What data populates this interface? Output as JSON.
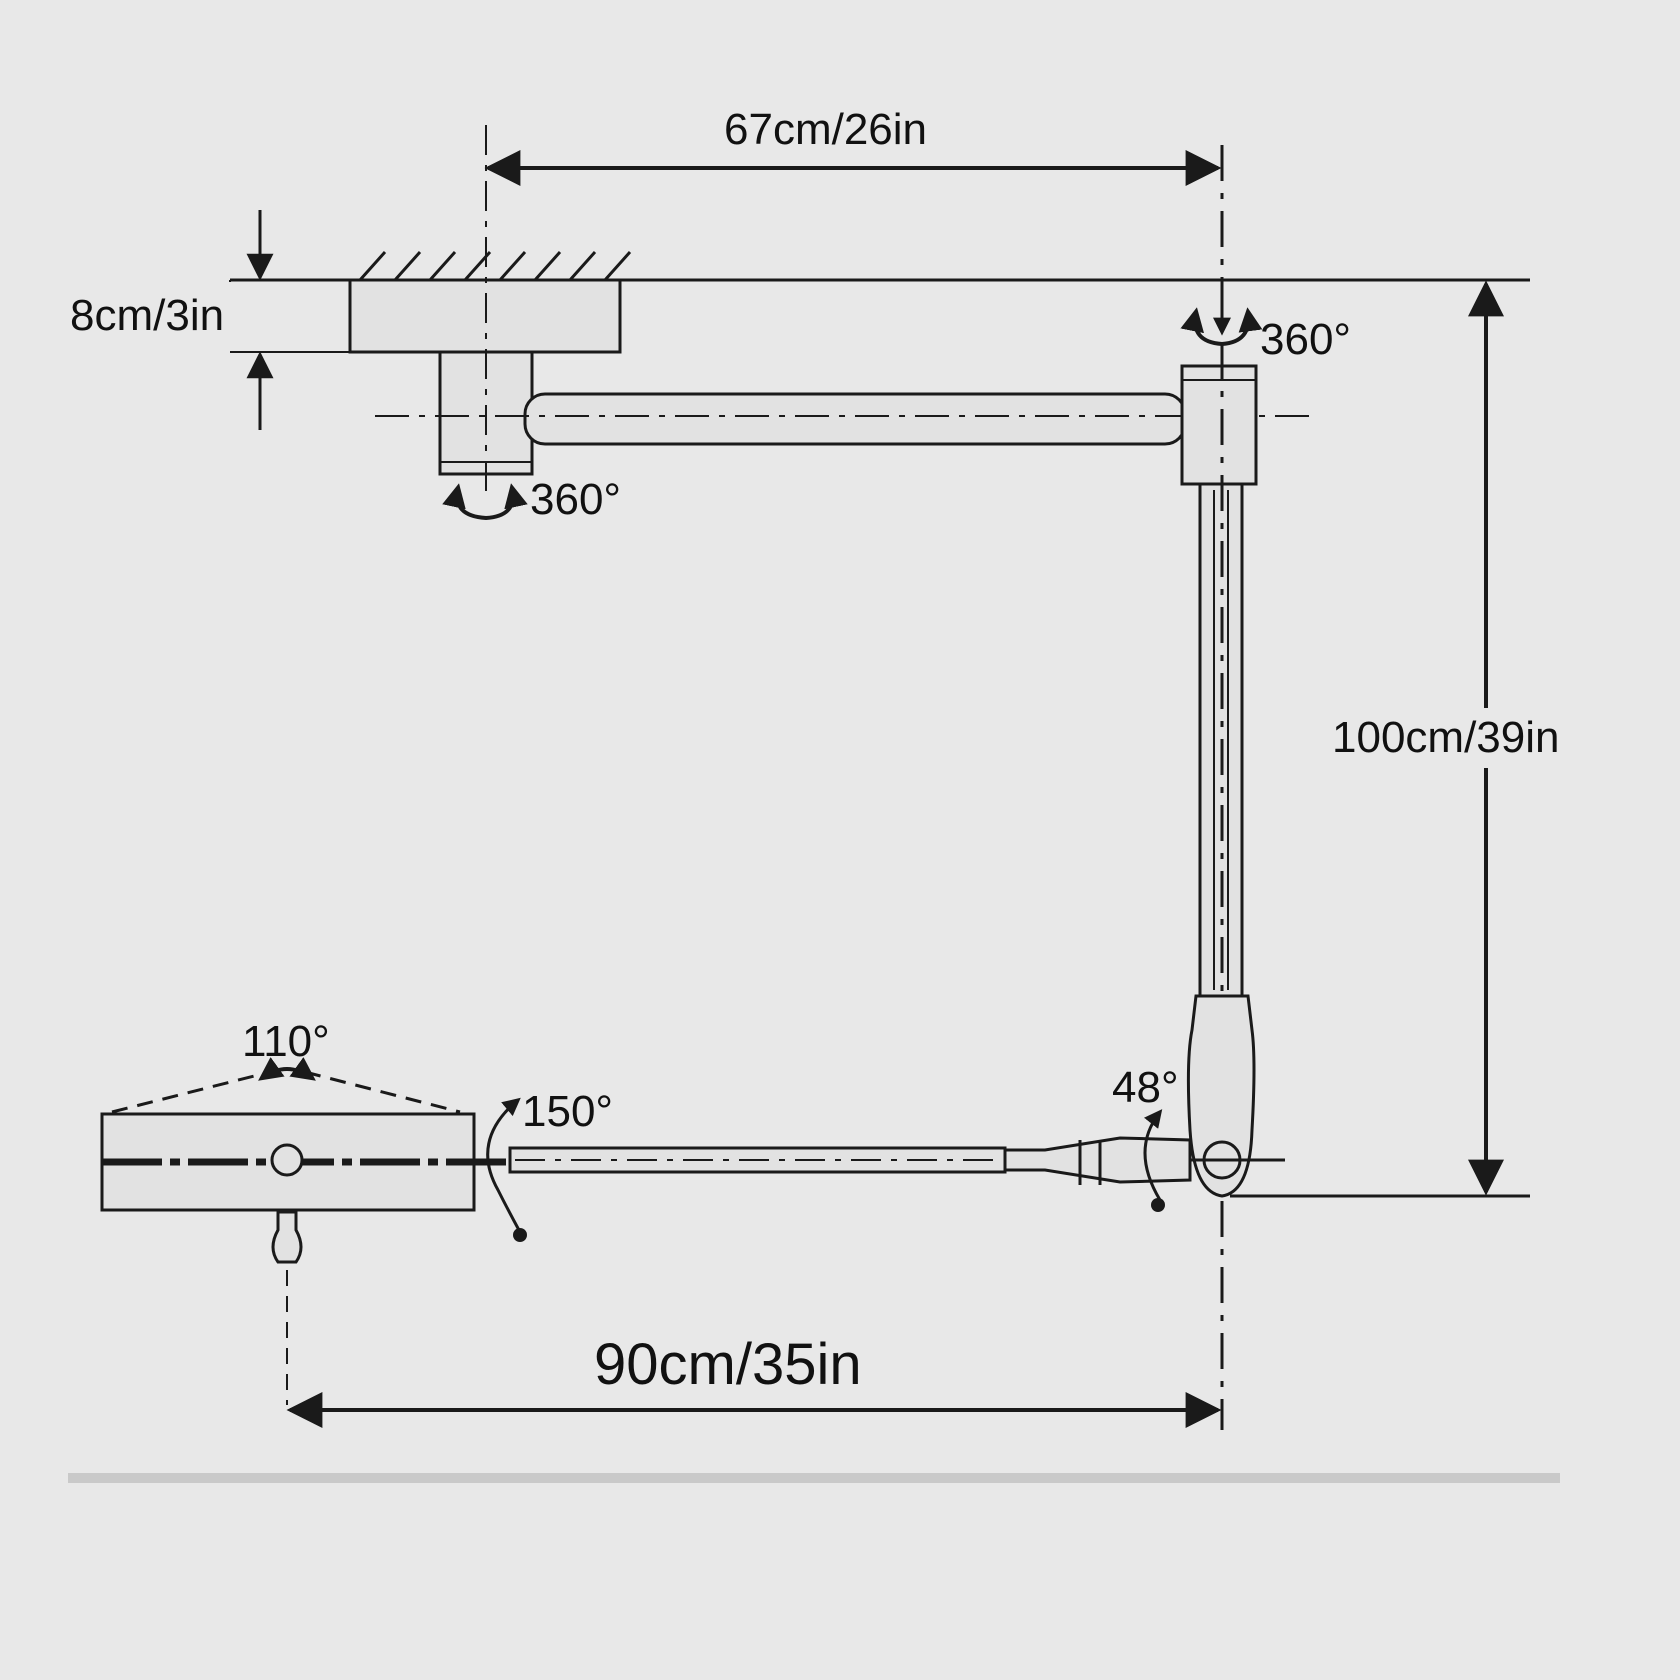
{
  "dimensions": {
    "top_width": "67cm/26in",
    "mount_thickness": "8cm/3in",
    "vertical_drop": "100cm/39in",
    "bottom_reach": "90cm/35in"
  },
  "rotations": {
    "top_joint": "360°",
    "mount_joint": "360°",
    "elbow_tilt": "48°",
    "head_pivot": "150°",
    "head_tilt": "110°"
  },
  "colors": {
    "background": "#e8e8e8",
    "line": "#1a1a1a",
    "part_fill": "#e2e2e2"
  }
}
